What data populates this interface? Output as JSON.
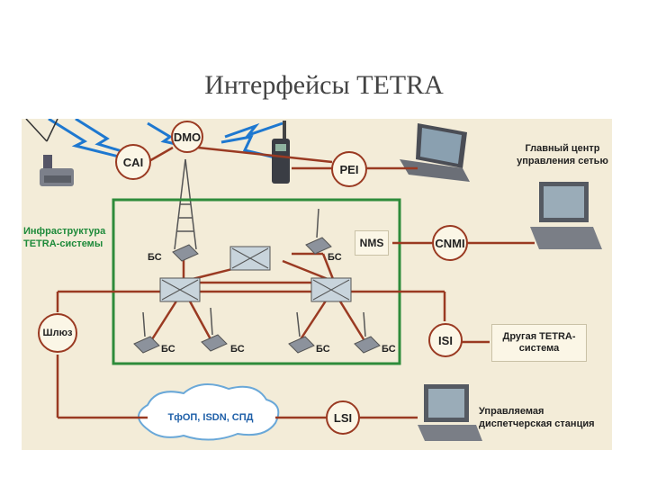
{
  "title": "Интерфейсы TETRA",
  "interfaces": {
    "dmo": "DMO",
    "cai": "CAI",
    "pei": "PEI",
    "nms": "NMS",
    "cnmi": "CNMI",
    "isi": "ISI",
    "lsi": "LSI",
    "gateway": "Шлюз"
  },
  "infrastructure_label": "Инфраструктура TETRA-системы",
  "base_station_label": "БС",
  "network_center_label": "Главный центр управления сетью",
  "other_system_label": "Другая TETRA-система",
  "dispatcher_label": "Управляемая диспетчерская станция",
  "pstn_label": "ТфОП, ISDN, СПД",
  "colors": {
    "link": "#9a3a22",
    "infra_border": "#2e8b3a",
    "radio": "#1e78d0",
    "background": "#f3ecd8"
  }
}
